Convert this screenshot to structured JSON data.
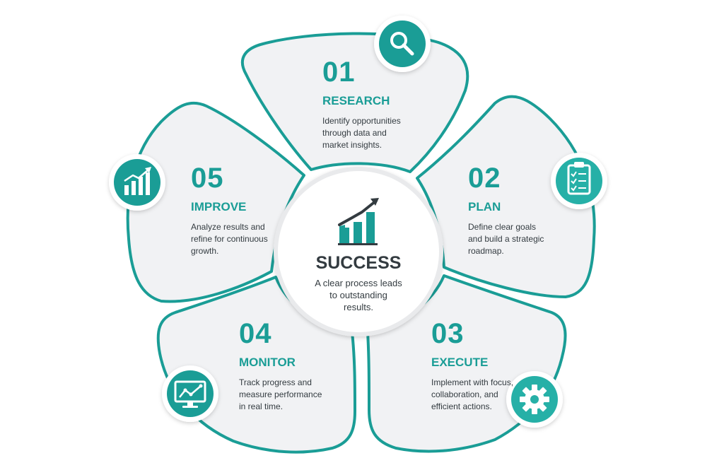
{
  "colors": {
    "teal": "#1a9d96",
    "teal_light": "#26b0a7",
    "petal_fill": "#f1f2f4",
    "text_dark": "#333b40",
    "white": "#ffffff"
  },
  "center": {
    "title": "SUCCESS",
    "desc_lines": [
      "A clear process leads",
      "to outstanding",
      "results."
    ],
    "icon": "growth-chart-icon"
  },
  "steps": [
    {
      "number": "01",
      "title": "RESEARCH",
      "desc_lines": [
        "Identify opportunities",
        "through data and",
        "market insights."
      ],
      "icon": "magnifier-icon"
    },
    {
      "number": "02",
      "title": "PLAN",
      "desc_lines": [
        "Define clear goals",
        "and build a strategic",
        "roadmap."
      ],
      "icon": "clipboard-checklist-icon"
    },
    {
      "number": "03",
      "title": "EXECUTE",
      "desc_lines": [
        "Implement with focus,",
        "collaboration, and",
        "efficient actions."
      ],
      "icon": "gear-icon"
    },
    {
      "number": "04",
      "title": "MONITOR",
      "desc_lines": [
        "Track progress and",
        "measure performance",
        "in real time."
      ],
      "icon": "monitor-chart-icon"
    },
    {
      "number": "05",
      "title": "IMPROVE",
      "desc_lines": [
        "Analyze results and",
        "refine for continuous",
        "growth."
      ],
      "icon": "bar-growth-icon"
    }
  ]
}
